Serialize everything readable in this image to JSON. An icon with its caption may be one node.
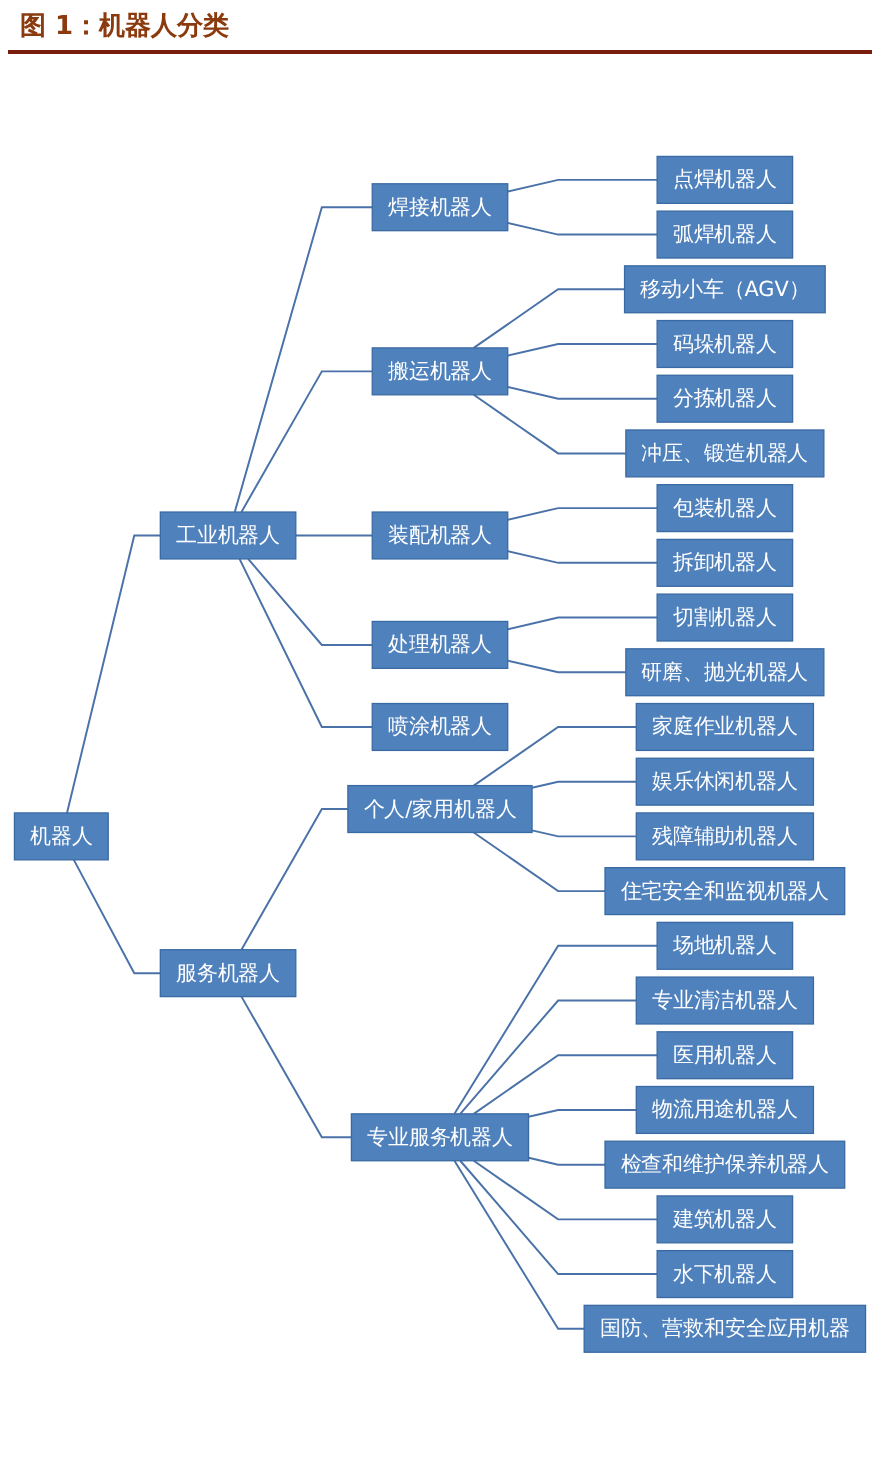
{
  "diagram": {
    "title": "图 1：机器人分类",
    "nodes": [
      {
        "text": [
          "机器人"
        ]
      },
      {
        "text": [
          "工业机器人"
        ]
      },
      {
        "text": [
          "焊接机器人"
        ]
      },
      {
        "text": [
          "点焊机器人"
        ]
      },
      {
        "text": [
          "弧焊机器人"
        ]
      },
      {
        "text": [
          "搬运机器人"
        ]
      },
      {
        "text": [
          "移动小车（AGV）"
        ]
      },
      {
        "text": [
          "码垛机器人"
        ]
      },
      {
        "text": [
          "分拣机器人"
        ]
      },
      {
        "text": [
          "冲压、锻造机器人"
        ]
      },
      {
        "text": [
          "装配机器人"
        ]
      },
      {
        "text": [
          "包装机器人"
        ]
      },
      {
        "text": [
          "拆卸机器人"
        ]
      },
      {
        "text": [
          "处理机器人"
        ]
      },
      {
        "text": [
          "切割机器人"
        ]
      },
      {
        "text": [
          "研磨、抛光机器人"
        ]
      },
      {
        "text": [
          "喷涂机器人"
        ]
      },
      {
        "text": [
          "服务机器人"
        ]
      },
      {
        "text": [
          "个人/家用机器人"
        ]
      },
      {
        "text": [
          "家庭作业机器人"
        ]
      },
      {
        "text": [
          "娱乐休闲机器人"
        ]
      },
      {
        "text": [
          "残障辅助机器人"
        ]
      },
      {
        "text": [
          "住宅安全和监视机器人"
        ]
      },
      {
        "text": [
          "专业服务机器人"
        ]
      },
      {
        "text": [
          "场地机器人"
        ]
      },
      {
        "text": [
          "专业清洁机器人"
        ]
      },
      {
        "text": [
          "医用机器人"
        ]
      },
      {
        "text": [
          "物流用途机器人"
        ]
      },
      {
        "text": [
          "检查和维护保养机器人"
        ]
      },
      {
        "text": [
          "建筑机器人"
        ]
      },
      {
        "text": [
          "水下机器人"
        ]
      },
      {
        "text": [
          "国防、营救和安全应用机器"
        ]
      }
    ],
    "edges": [
      {
        "from": 0,
        "to": 1,
        "arrow": "none"
      },
      {
        "from": 1,
        "to": 2,
        "arrow": "none"
      },
      {
        "from": 2,
        "to": 3,
        "arrow": "none"
      },
      {
        "from": 2,
        "to": 4,
        "arrow": "none"
      },
      {
        "from": 1,
        "to": 5,
        "arrow": "none"
      },
      {
        "from": 5,
        "to": 6,
        "arrow": "none"
      },
      {
        "from": 5,
        "to": 7,
        "arrow": "none"
      },
      {
        "from": 5,
        "to": 8,
        "arrow": "none"
      },
      {
        "from": 5,
        "to": 9,
        "arrow": "none"
      },
      {
        "from": 1,
        "to": 10,
        "arrow": "none"
      },
      {
        "from": 10,
        "to": 11,
        "arrow": "none"
      },
      {
        "from": 10,
        "to": 12,
        "arrow": "none"
      },
      {
        "from": 1,
        "to": 13,
        "arrow": "none"
      },
      {
        "from": 13,
        "to": 14,
        "arrow": "none"
      },
      {
        "from": 13,
        "to": 15,
        "arrow": "none"
      },
      {
        "from": 1,
        "to": 16,
        "arrow": "none"
      },
      {
        "from": 0,
        "to": 17,
        "arrow": "none"
      },
      {
        "from": 17,
        "to": 18,
        "arrow": "none"
      },
      {
        "from": 18,
        "to": 19,
        "arrow": "none"
      },
      {
        "from": 18,
        "to": 20,
        "arrow": "none"
      },
      {
        "from": 18,
        "to": 21,
        "arrow": "none"
      },
      {
        "from": 18,
        "to": 22,
        "arrow": "none"
      },
      {
        "from": 17,
        "to": 23,
        "arrow": "none"
      },
      {
        "from": 23,
        "to": 24,
        "arrow": "none"
      },
      {
        "from": 23,
        "to": 25,
        "arrow": "none"
      },
      {
        "from": 23,
        "to": 26,
        "arrow": "none"
      },
      {
        "from": 23,
        "to": 27,
        "arrow": "none"
      },
      {
        "from": 23,
        "to": 28,
        "arrow": "none"
      },
      {
        "from": 23,
        "to": 29,
        "arrow": "none"
      },
      {
        "from": 23,
        "to": 30,
        "arrow": "none"
      },
      {
        "from": 23,
        "to": 31,
        "arrow": "none"
      }
    ]
  }
}
